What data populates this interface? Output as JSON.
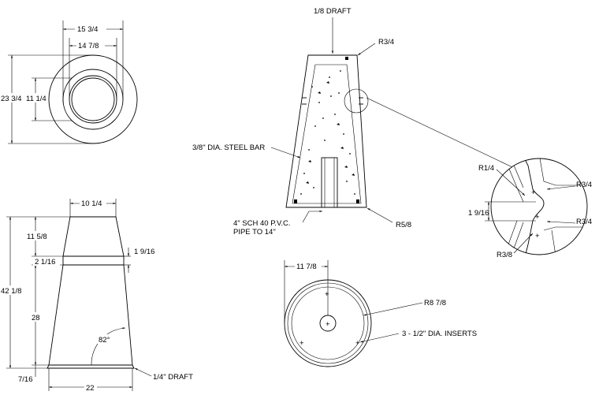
{
  "colors": {
    "line": "#000000",
    "background": "#ffffff"
  },
  "top_view": {
    "dim_15_3_4": "15 3/4",
    "dim_14_7_8": "14 7/8",
    "dim_23_3_4": "23 3/4",
    "dim_11_1_4": "11 1/4"
  },
  "elevation": {
    "dim_10_1_4": "10 1/4",
    "dim_11_5_8": "11 5/8",
    "dim_2_1_16": "2 1/16",
    "dim_1_9_16": "1 9/16",
    "dim_42_1_8": "42 1/8",
    "dim_28": "28",
    "angle_82": "82°",
    "dim_7_16": "7/16",
    "dim_22": "22",
    "draft_1_4": "1/4\" DRAFT"
  },
  "section": {
    "draft_1_8": "1/8 DRAFT",
    "r3_4": "R3/4",
    "steel_bar": "3/8\" DIA. STEEL BAR",
    "pvc_line1": "4\" SCH 40 P.V.C.",
    "pvc_line2": "PIPE TO 14\"",
    "r5_8": "R5/8"
  },
  "detail": {
    "r1_4": "R1/4",
    "r3_4_top": "R3/4",
    "dim_1_9_16": "1 9/16",
    "r3_4_bottom": "R3/4",
    "r3_8": "R3/8"
  },
  "bottom_view": {
    "dim_11_7_8": "11 7/8",
    "r8_7_8": "R8 7/8",
    "inserts": "3 - 1/2\" DIA. INSERTS"
  }
}
